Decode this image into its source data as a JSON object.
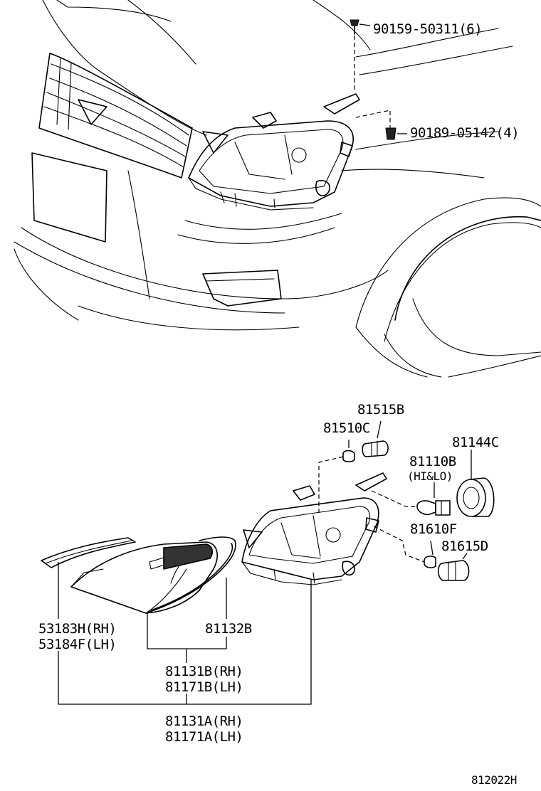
{
  "diagram": {
    "callouts": {
      "screw": "90159-50311(6)",
      "clip": "90189-05142(4)",
      "bulb_socket_side": "81515B",
      "bulb_side": "81510C",
      "cap": "81144C",
      "headlamp_bulb": "81110B",
      "headlamp_bulb_note": "(HI&LO)",
      "fog_bulb": "81610F",
      "fog_socket": "81615D",
      "molding_rh": "53183H(RH)",
      "molding_lh": "53184F(LH)",
      "gasket": "81132B",
      "lens_rh": "81131B(RH)",
      "lens_lh": "81171B(LH)",
      "assembly_rh": "81131A(RH)",
      "assembly_lh": "81171A(LH)"
    },
    "figure_code": "812022H"
  }
}
